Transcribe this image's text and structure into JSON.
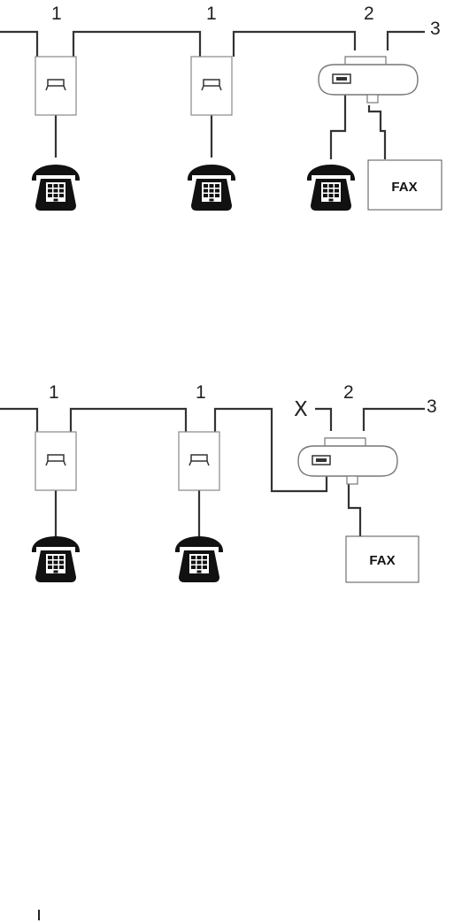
{
  "diagram1": {
    "labels": {
      "wall_jack_a": "1",
      "wall_jack_b": "1",
      "splitter": "2",
      "line": "3"
    },
    "fax_label": "FAX"
  },
  "diagram2": {
    "labels": {
      "wall_jack_a": "1",
      "wall_jack_b": "1",
      "splitter": "2",
      "line": "3"
    },
    "disconnect_mark": "X",
    "fax_label": "FAX"
  },
  "icons": [
    "wall-jack-icon",
    "telephone-icon",
    "fax-splitter-icon",
    "fax-machine-icon",
    "disconnect-x-icon"
  ]
}
